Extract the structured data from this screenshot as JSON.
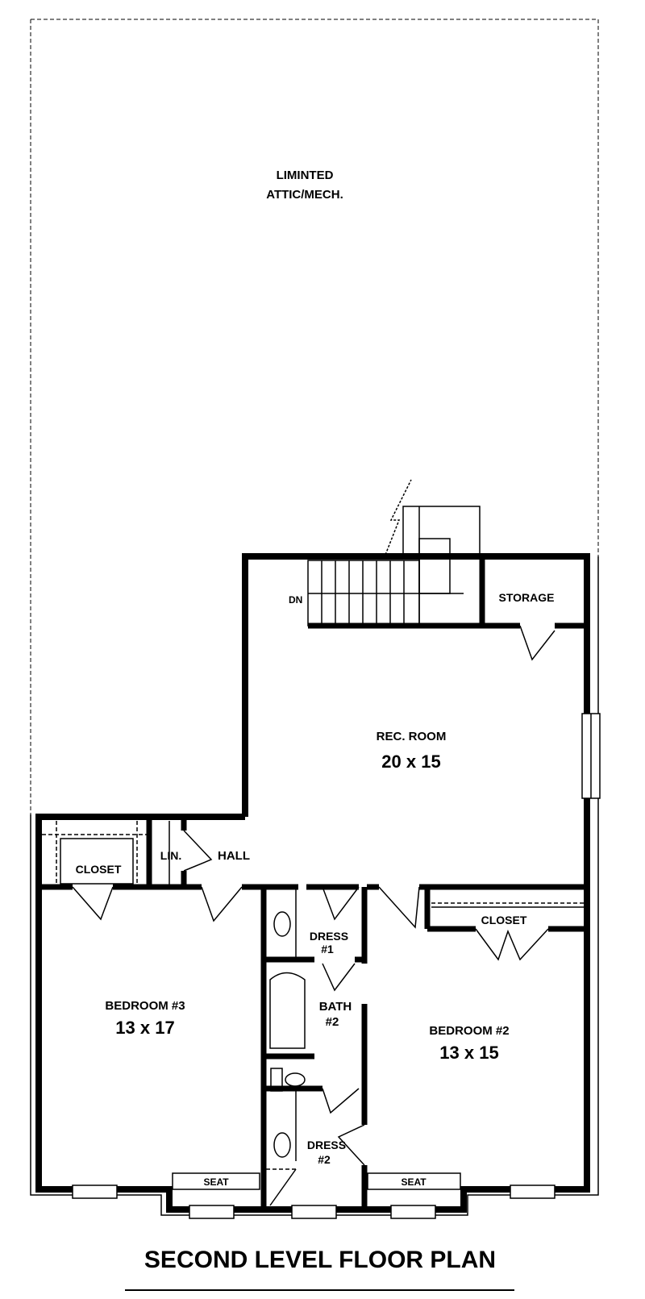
{
  "plan": {
    "title": "SECOND LEVEL FLOOR PLAN",
    "colors": {
      "wall": "#000000",
      "background": "#ffffff",
      "line": "#000000"
    }
  },
  "rooms": {
    "attic": {
      "line1": "LIMINTED",
      "line2": "ATTIC/MECH."
    },
    "storage": {
      "name": "STORAGE"
    },
    "stair": {
      "label": "DN"
    },
    "rec_room": {
      "name": "REC. ROOM",
      "size": "20 x 15"
    },
    "closet_left": {
      "name": "CLOSET"
    },
    "linen": {
      "name": "LIN."
    },
    "hall": {
      "name": "HALL"
    },
    "dress1": {
      "line1": "DRESS",
      "line2": "#1"
    },
    "bath2": {
      "line1": "BATH",
      "line2": "#2"
    },
    "dress2": {
      "line1": "DRESS",
      "line2": "#2"
    },
    "closet_right": {
      "name": "CLOSET"
    },
    "bedroom3": {
      "name": "BEDROOM #3",
      "size": "13 x 17"
    },
    "bedroom2": {
      "name": "BEDROOM #2",
      "size": "13 x 15"
    },
    "seat_left": {
      "name": "SEAT"
    },
    "seat_right": {
      "name": "SEAT"
    }
  }
}
